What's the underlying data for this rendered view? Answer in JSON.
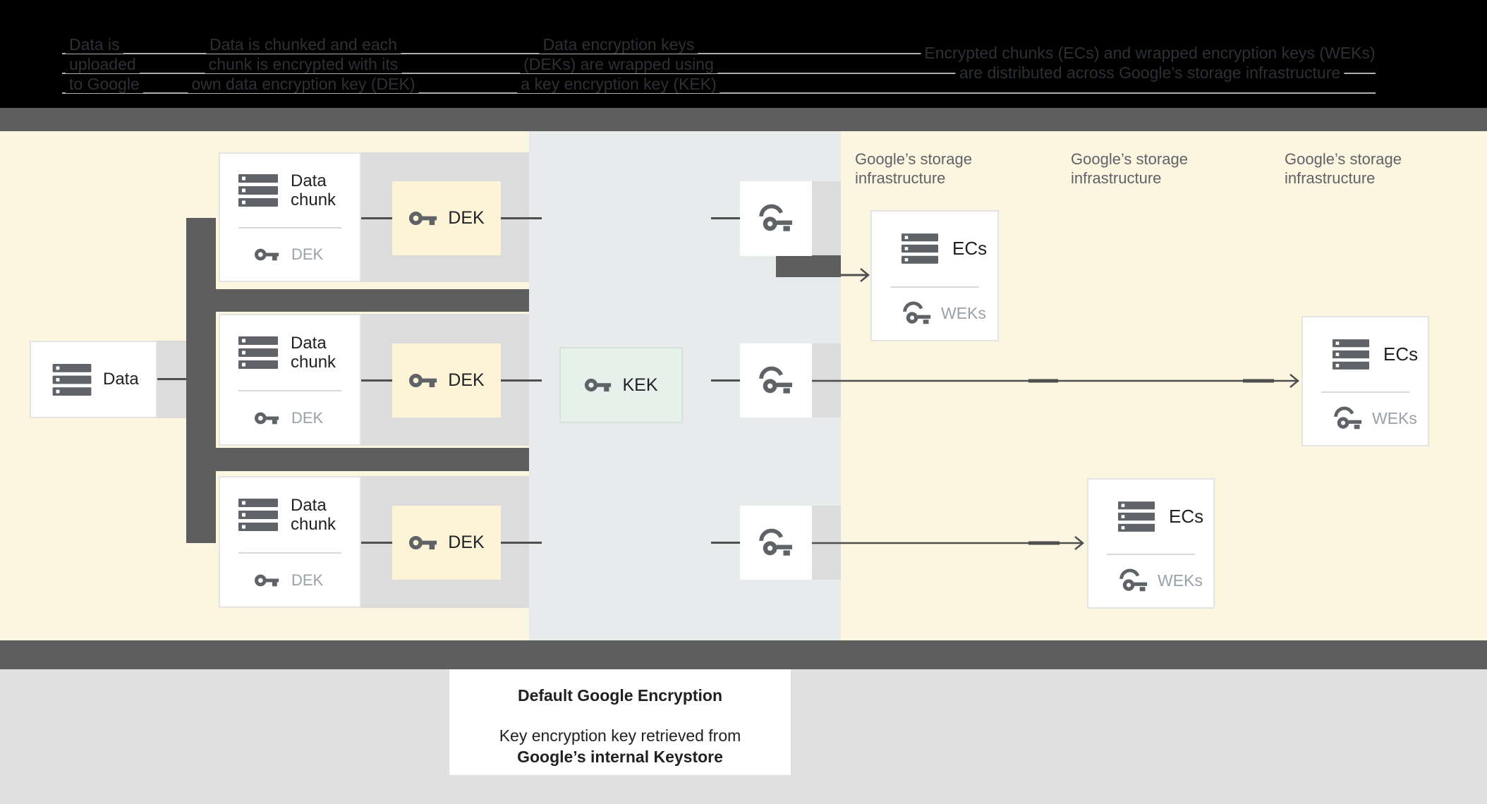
{
  "header": {
    "steps": [
      {
        "lines": [
          "Data is",
          "uploaded",
          "to Google"
        ]
      },
      {
        "lines": [
          "Data is chunked and each",
          "chunk is encrypted with its",
          "own data encryption key (DEK)"
        ]
      },
      {
        "lines": [
          "Data encryption keys",
          "(DEKs) are wrapped using",
          "a key encryption key (KEK)"
        ]
      },
      {
        "lines": [
          "Encrypted chunks (ECs) and wrapped encryption keys (WEKs)",
          "are distributed across Google’s storage infrastructure"
        ]
      }
    ]
  },
  "diagram": {
    "data_box": {
      "label": "Data"
    },
    "chunks": [
      {
        "title": "Data chunk",
        "key_label": "DEK"
      },
      {
        "title": "Data chunk",
        "key_label": "DEK"
      },
      {
        "title": "Data chunk",
        "key_label": "DEK"
      }
    ],
    "dek_boxes": [
      {
        "label": "DEK"
      },
      {
        "label": "DEK"
      },
      {
        "label": "DEK"
      }
    ],
    "kek_box": {
      "label": "KEK"
    },
    "storage_labels": [
      {
        "line1": "Google’s storage",
        "line2": "infrastructure"
      },
      {
        "line1": "Google’s storage",
        "line2": "infrastructure"
      },
      {
        "line1": "Google’s storage",
        "line2": "infrastructure"
      }
    ],
    "ecs_boxes": [
      {
        "title": "ECs",
        "key_label": "WEKs"
      },
      {
        "title": "ECs",
        "key_label": "WEKs"
      },
      {
        "title": "ECs",
        "key_label": "WEKs"
      }
    ]
  },
  "footer": {
    "title": "Default Google Encryption",
    "line1": "Key encryption key retrieved from",
    "line2": "Google’s internal Keystore"
  },
  "icons": {
    "data": "storage-icon",
    "key": "key-icon",
    "wrapped_key": "wrapped-key-icon"
  },
  "colors": {
    "panel_yellow": "#fcf5e0",
    "panel_bluegray": "#e8ebec",
    "strip_gray": "#dcdcdc",
    "bar_gray": "#5e5e5e",
    "dek_fill": "#fdf3d7",
    "kek_fill": "#e7f1eb",
    "icon_gray": "#5f6368",
    "muted_text": "#9aa0a6",
    "dark_text": "#202124"
  }
}
